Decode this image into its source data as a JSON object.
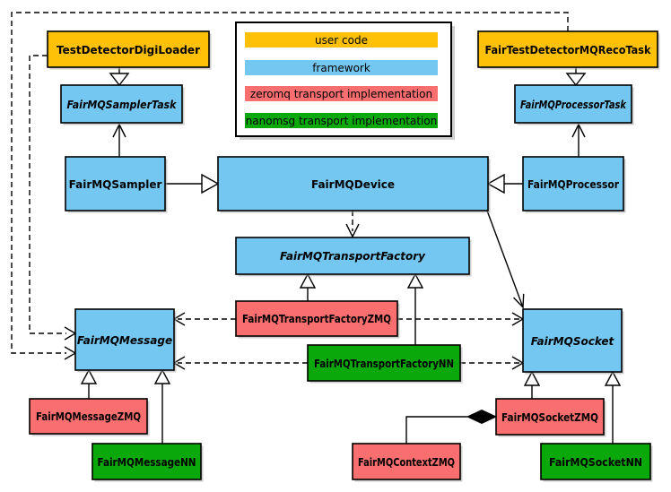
{
  "palette": {
    "user_code": "#FFC107",
    "framework": "#74C7F0",
    "zeromq": "#F96E6E",
    "nanomsg": "#0AA80A",
    "border": "#000000",
    "background": "#FFFFFF"
  },
  "legend": {
    "items": [
      {
        "label": "user code",
        "color": "#FFC107"
      },
      {
        "label": "framework",
        "color": "#74C7F0"
      },
      {
        "label": "zeromq transport implementation",
        "color": "#F96E6E"
      },
      {
        "label": "nanomsg transport implementation",
        "color": "#0AA80A"
      }
    ]
  },
  "nodes": {
    "testDetectorDigiLoader": {
      "label": "TestDetectorDigiLoader",
      "category": "user code",
      "color": "#FFC107",
      "abstract": false
    },
    "fairTestDetectorMQRecoTask": {
      "label": "FairTestDetectorMQRecoTask",
      "category": "user code",
      "color": "#FFC107",
      "abstract": false
    },
    "fairMQSamplerTask": {
      "label": "FairMQSamplerTask",
      "category": "framework",
      "color": "#74C7F0",
      "abstract": true
    },
    "fairMQProcessorTask": {
      "label": "FairMQProcessorTask",
      "category": "framework",
      "color": "#74C7F0",
      "abstract": true
    },
    "fairMQSampler": {
      "label": "FairMQSampler",
      "category": "framework",
      "color": "#74C7F0",
      "abstract": false
    },
    "fairMQDevice": {
      "label": "FairMQDevice",
      "category": "framework",
      "color": "#74C7F0",
      "abstract": false
    },
    "fairMQProcessor": {
      "label": "FairMQProcessor",
      "category": "framework",
      "color": "#74C7F0",
      "abstract": false
    },
    "fairMQTransportFactory": {
      "label": "FairMQTransportFactory",
      "category": "framework",
      "color": "#74C7F0",
      "abstract": true
    },
    "fairMQMessage": {
      "label": "FairMQMessage",
      "category": "framework",
      "color": "#74C7F0",
      "abstract": true
    },
    "fairMQSocket": {
      "label": "FairMQSocket",
      "category": "framework",
      "color": "#74C7F0",
      "abstract": true
    },
    "fairMQTransportFactoryZMQ": {
      "label": "FairMQTransportFactoryZMQ",
      "category": "zeromq transport implementation",
      "color": "#F96E6E",
      "abstract": false
    },
    "fairMQTransportFactoryNN": {
      "label": "FairMQTransportFactoryNN",
      "category": "nanomsg transport implementation",
      "color": "#0AA80A",
      "abstract": false
    },
    "fairMQMessageZMQ": {
      "label": "FairMQMessageZMQ",
      "category": "zeromq transport implementation",
      "color": "#F96E6E",
      "abstract": false
    },
    "fairMQMessageNN": {
      "label": "FairMQMessageNN",
      "category": "nanomsg transport implementation",
      "color": "#0AA80A",
      "abstract": false
    },
    "fairMQContextZMQ": {
      "label": "FairMQContextZMQ",
      "category": "zeromq transport implementation",
      "color": "#F96E6E",
      "abstract": false
    },
    "fairMQSocketZMQ": {
      "label": "FairMQSocketZMQ",
      "category": "zeromq transport implementation",
      "color": "#F96E6E",
      "abstract": false
    },
    "fairMQSocketNN": {
      "label": "FairMQSocketNN",
      "category": "nanomsg transport implementation",
      "color": "#0AA80A",
      "abstract": false
    }
  },
  "relations": [
    {
      "from": "TestDetectorDigiLoader",
      "to": "FairMQSamplerTask",
      "type": "inheritance"
    },
    {
      "from": "FairTestDetectorMQRecoTask",
      "to": "FairMQProcessorTask",
      "type": "inheritance"
    },
    {
      "from": "FairMQSampler",
      "to": "FairMQDevice",
      "type": "inheritance"
    },
    {
      "from": "FairMQProcessor",
      "to": "FairMQDevice",
      "type": "inheritance"
    },
    {
      "from": "FairMQTransportFactoryZMQ",
      "to": "FairMQTransportFactory",
      "type": "inheritance"
    },
    {
      "from": "FairMQTransportFactoryNN",
      "to": "FairMQTransportFactory",
      "type": "inheritance"
    },
    {
      "from": "FairMQMessageZMQ",
      "to": "FairMQMessage",
      "type": "inheritance"
    },
    {
      "from": "FairMQMessageNN",
      "to": "FairMQMessage",
      "type": "inheritance"
    },
    {
      "from": "FairMQSocketZMQ",
      "to": "FairMQSocket",
      "type": "inheritance"
    },
    {
      "from": "FairMQSocketNN",
      "to": "FairMQSocket",
      "type": "inheritance"
    },
    {
      "from": "FairMQSampler",
      "to": "FairMQSamplerTask",
      "type": "association"
    },
    {
      "from": "FairMQProcessor",
      "to": "FairMQProcessorTask",
      "type": "association"
    },
    {
      "from": "FairMQDevice",
      "to": "FairMQTransportFactory",
      "type": "dependency"
    },
    {
      "from": "FairMQDevice",
      "to": "FairMQSocket",
      "type": "association"
    },
    {
      "from": "FairMQTransportFactoryZMQ",
      "to": "FairMQMessage",
      "type": "dependency"
    },
    {
      "from": "FairMQTransportFactoryZMQ",
      "to": "FairMQSocket",
      "type": "dependency"
    },
    {
      "from": "FairMQTransportFactoryNN",
      "to": "FairMQMessage",
      "type": "dependency"
    },
    {
      "from": "FairMQTransportFactoryNN",
      "to": "FairMQSocket",
      "type": "dependency"
    },
    {
      "from": "TestDetectorDigiLoader",
      "to": "FairMQMessage",
      "type": "dependency"
    },
    {
      "from": "FairTestDetectorMQRecoTask",
      "to": "FairMQMessage",
      "type": "dependency"
    },
    {
      "from": "FairMQSocketZMQ",
      "to": "FairMQContextZMQ",
      "type": "composition"
    }
  ]
}
